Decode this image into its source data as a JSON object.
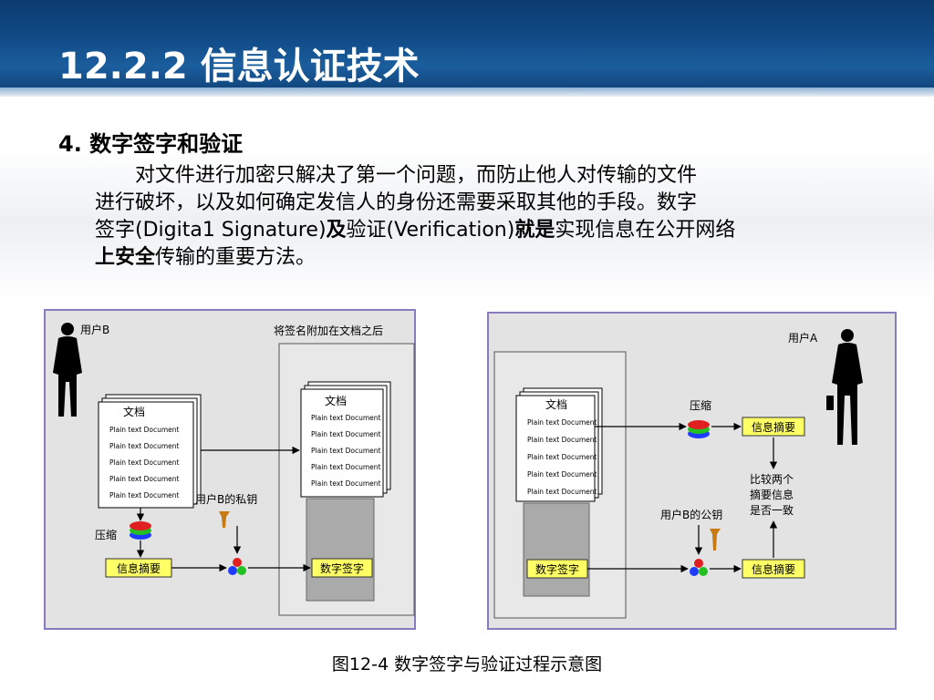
{
  "header": {
    "title": "12.2.2  信息认证技术"
  },
  "section": {
    "title": "4. 数字签字和验证"
  },
  "paragraph": {
    "line1": "对文件进行加密只解决了第一个问题，而防止他人对传输的文件",
    "line2": "进行破坏，以及如何确定发信人的身份还需要采取其他的手段。数字",
    "line3_a": "签字(Digita1 Signature)",
    "line3_b": "及",
    "line3_c": "验证(Verification)",
    "line3_d": "就是",
    "line3_e": "实现信息在公开网络",
    "line4_a": "上安全",
    "line4_b": "传输的重要方法。"
  },
  "left_diagram": {
    "user_label": "用户B",
    "attach_label": "将签名附加在文档之后",
    "doc_title_a": "文档",
    "doc_title_b": "文档",
    "doc_lines": [
      "Plain text Document",
      "Plain text Document",
      "Plain text Document",
      "Plain text Document",
      "Plain text Document"
    ],
    "compress_label": "压缩",
    "digest_label": "信息摘要",
    "private_key_label": "用户B的私钥",
    "signature_label": "数字签字"
  },
  "right_diagram": {
    "user_label": "用户A",
    "doc_title": "文档",
    "doc_lines": [
      "Plain text Document",
      "Plain text Document",
      "Plain text Document",
      "Plain text Document",
      "Plain text Document"
    ],
    "compress_label": "压缩",
    "digest_label_top": "信息摘要",
    "compare_line1": "比较两个",
    "compare_line2": "摘要信息",
    "compare_line3": "是否一致",
    "public_key_label": "用户B的公钥",
    "signature_label": "数字签字",
    "digest_label_bottom": "信息摘要"
  },
  "caption": "图12-4  数字签字与验证过程示意图",
  "colors": {
    "header": "#124d8a",
    "diagram_border": "#8a7bc0",
    "diagram_bg": "#e3e3e3",
    "label_box": "#ffff66"
  }
}
